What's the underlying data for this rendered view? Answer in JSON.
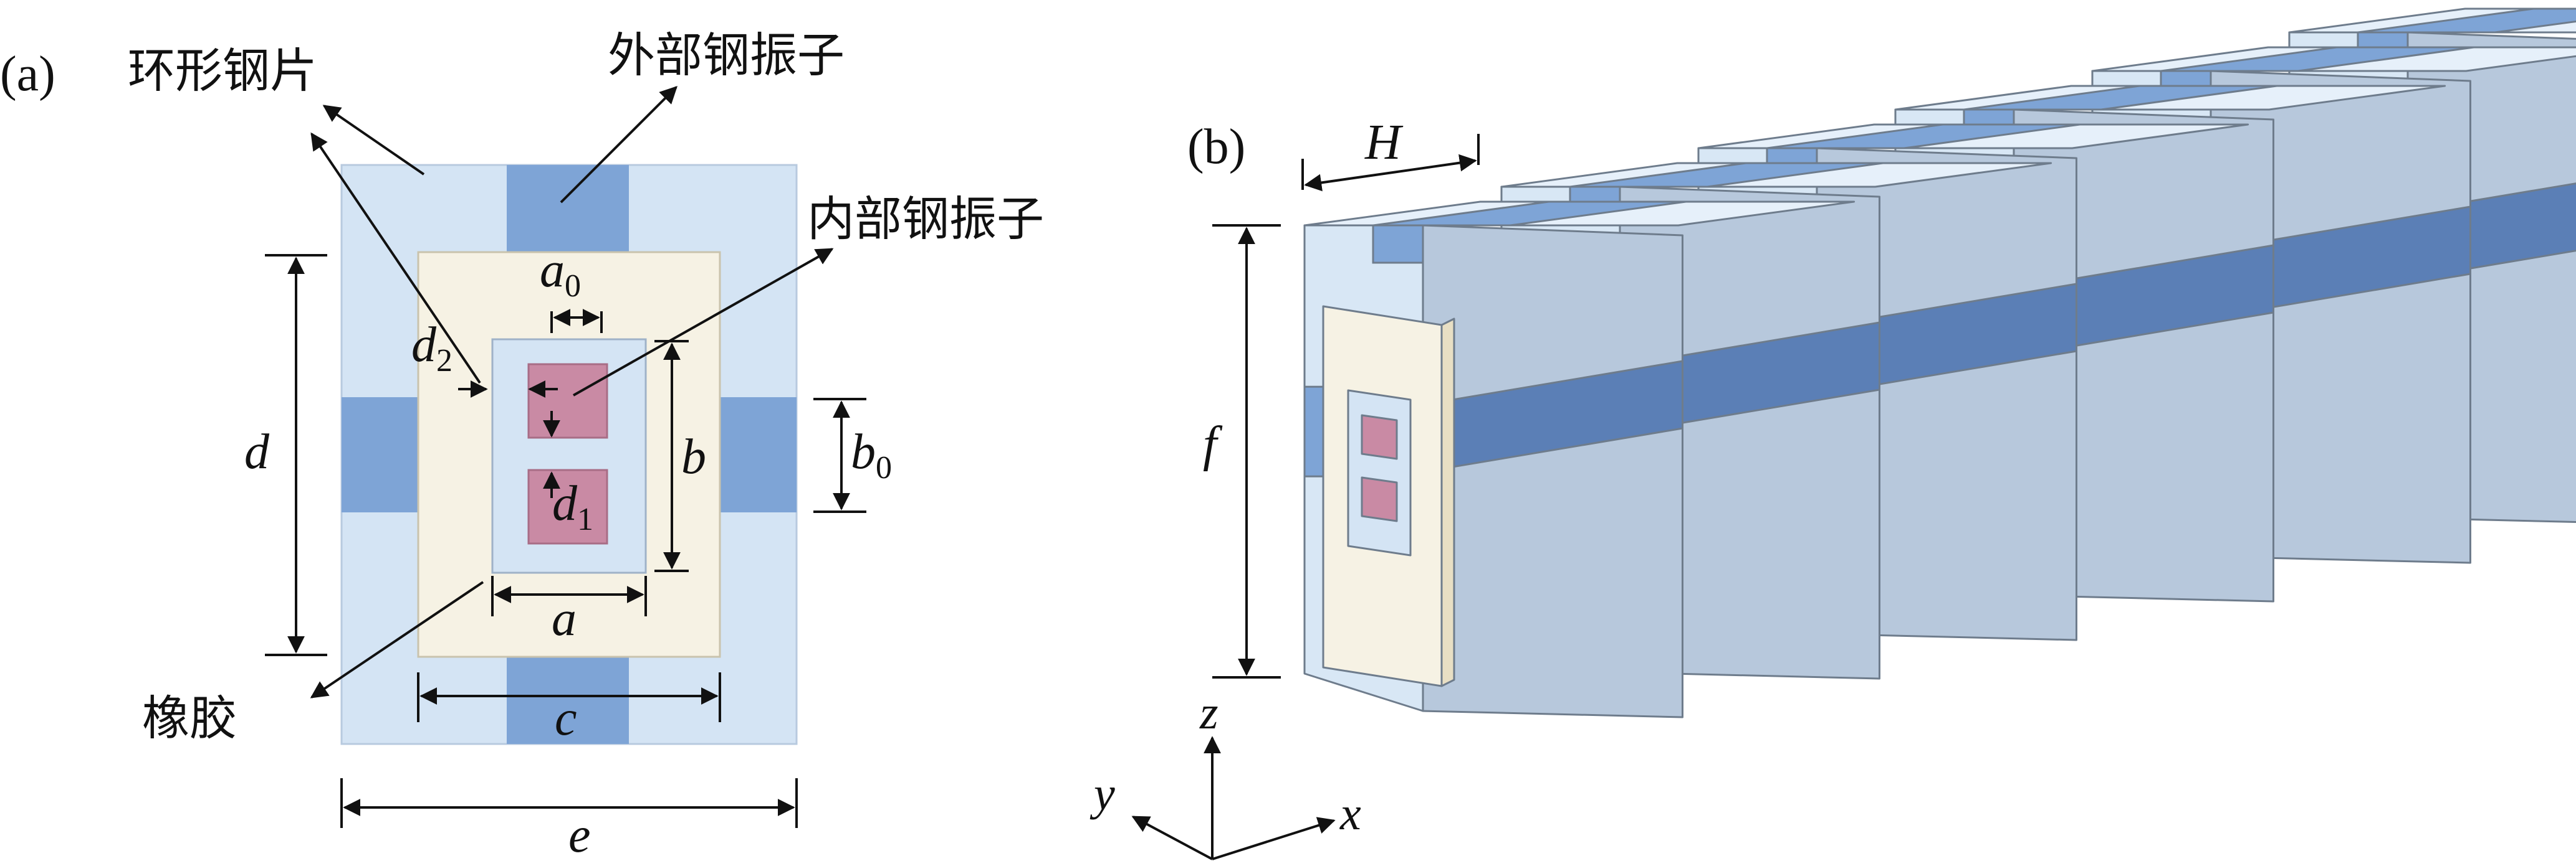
{
  "panel_a": {
    "tag": "(a)",
    "labels": {
      "ring_steel": "环形钢片",
      "outer_vibrator": "外部钢振子",
      "inner_vibrator": "内部钢振子",
      "rubber": "橡胶"
    },
    "dims": {
      "a0_base": "a",
      "a0_sub": "0",
      "b0_base": "b",
      "b0_sub": "0",
      "d1_base": "d",
      "d1_sub": "1",
      "d2_base": "d",
      "d2_sub": "2",
      "a": "a",
      "b": "b",
      "c": "c",
      "d": "d",
      "e": "e"
    }
  },
  "panel_b": {
    "tag": "(b)",
    "dims": {
      "H": "H",
      "f": "f"
    },
    "axes": {
      "x": "x",
      "y": "y",
      "z": "z"
    }
  },
  "colors": {
    "light_steel": "#d4e4f4",
    "mid_steel": "#7ea4d6",
    "dark_steel": "#5b7fb6",
    "rubber": "#f6f2e4",
    "inner_mass": "#c98aa4",
    "cube_front": "#d8e7f5",
    "cube_side": "#b7c8dc",
    "cube_top": "#e6f0fa",
    "outline": "#6e7c8c"
  }
}
